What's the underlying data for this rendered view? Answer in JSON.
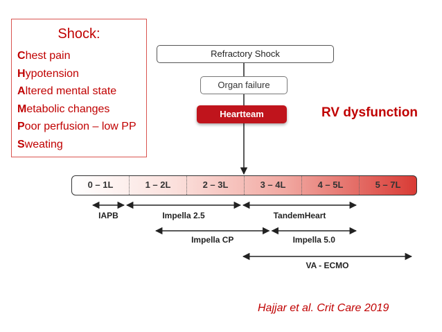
{
  "shock_box": {
    "title": "Shock:",
    "items": [
      {
        "initial": "C",
        "rest": "hest pain"
      },
      {
        "initial": "H",
        "rest": "ypotension"
      },
      {
        "initial": "A",
        "rest": "ltered mental state"
      },
      {
        "initial": "M",
        "rest": "etabolic changes"
      },
      {
        "initial": "P",
        "rest": "oor perfusion – low PP"
      },
      {
        "initial": "S",
        "rest": "weating"
      }
    ]
  },
  "flow": {
    "refractory_shock": "Refractory Shock",
    "organ_failure": "Organ failure",
    "heartteam": "Heartteam"
  },
  "rv_dysfunction": "RV dysfunction",
  "flow_scale": {
    "segments": [
      "0 – 1L",
      "1 – 2L",
      "2 – 3L",
      "3 – 4L",
      "4 – 5L",
      "5 – 7L"
    ]
  },
  "devices": [
    {
      "label": "IAPB",
      "from": 0,
      "to": 1
    },
    {
      "label": "Impella 2.5",
      "from": 1,
      "to": 3
    },
    {
      "label": "TandemHeart",
      "from": 3,
      "to": 5
    },
    {
      "label": "Impella CP",
      "from": 1.5,
      "to": 3.5
    },
    {
      "label": "Impella 5.0",
      "from": 3.5,
      "to": 5
    },
    {
      "label": "VA - ECMO",
      "from": 3,
      "to": 7
    }
  ],
  "citation": "Hajjar et al. Crit Care 2019",
  "colors": {
    "accent_red": "#c00000",
    "heartteam_fill": "#c0141c"
  }
}
